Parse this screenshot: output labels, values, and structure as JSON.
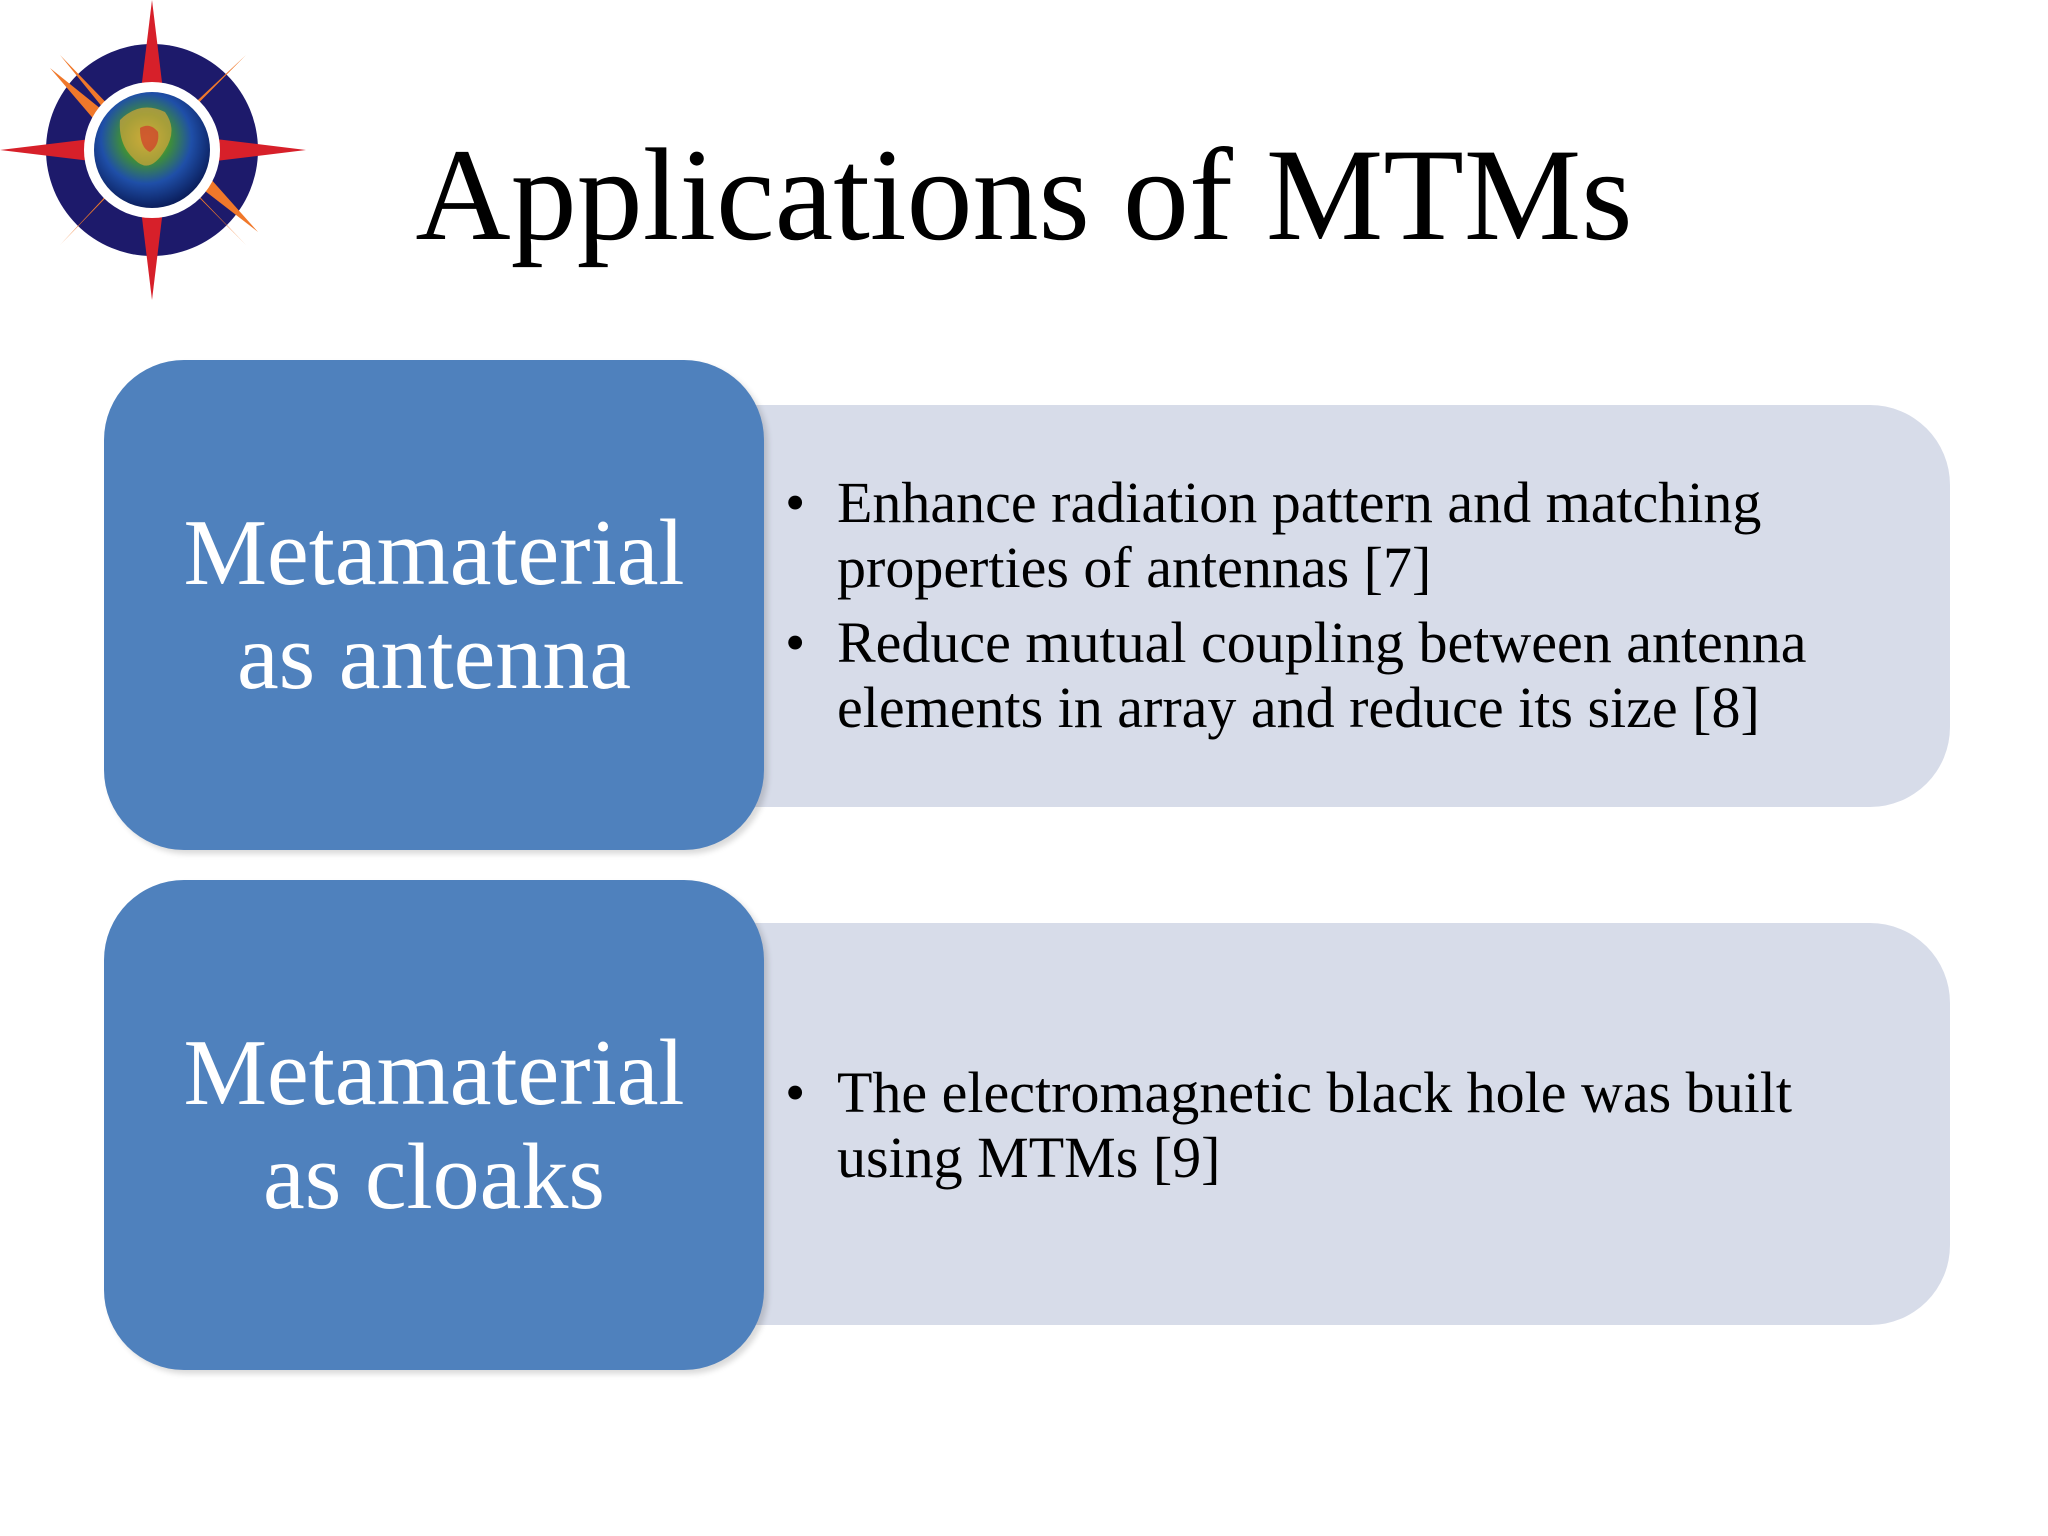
{
  "slide": {
    "title": "Applications of MTMs",
    "logo_icon": "compass-globe-logo-icon",
    "colors": {
      "label_fill": "#4f81bd",
      "detail_fill": "#d7dce9",
      "title_text": "#000000",
      "label_text": "#ffffff"
    },
    "rows": [
      {
        "label_lines": [
          "Metamaterial",
          "as antenna"
        ],
        "bullets": [
          {
            "lines": [
              "Enhance radiation pattern and matching",
              "properties of antennas [7]"
            ]
          },
          {
            "lines": [
              "Reduce mutual coupling between antenna",
              "elements in array and reduce its size [8]"
            ]
          }
        ]
      },
      {
        "label_lines": [
          "Metamaterial",
          "as cloaks"
        ],
        "bullets": [
          {
            "lines": [
              "The electromagnetic black hole was built",
              "using MTMs [9]"
            ]
          }
        ]
      }
    ],
    "bullet_glyph": "•"
  }
}
